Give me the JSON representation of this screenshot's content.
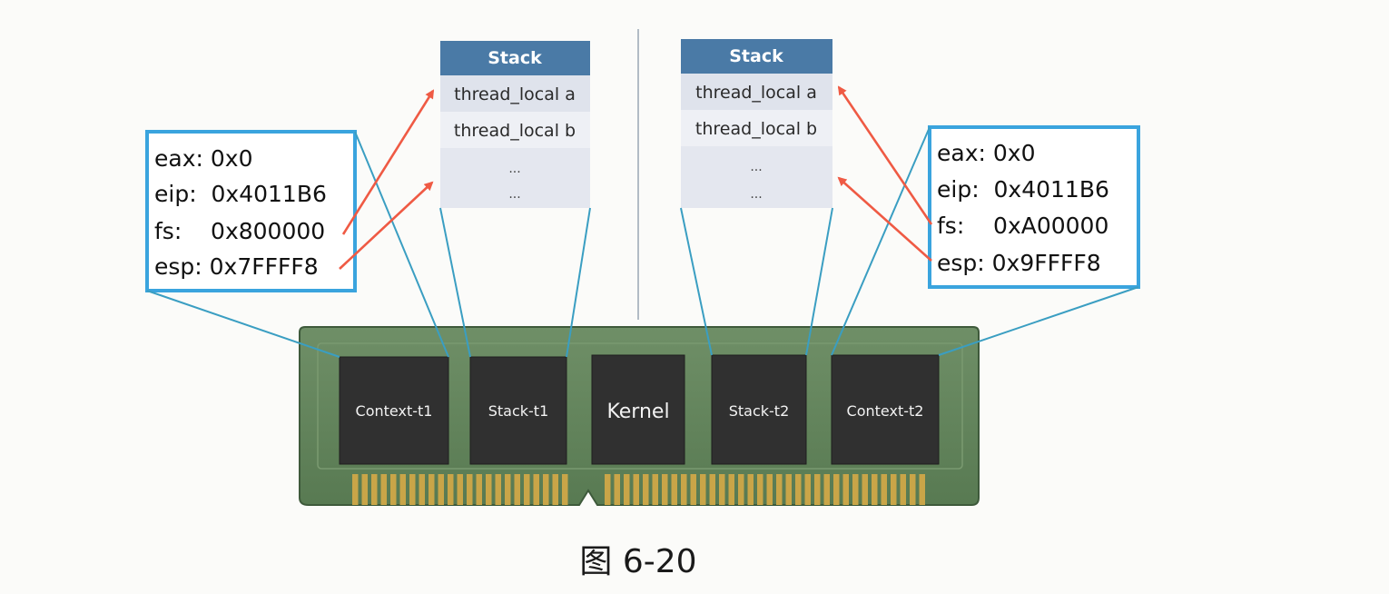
{
  "stacks": [
    {
      "title": "Stack",
      "rows": [
        "thread_local a",
        "thread_local b",
        "...",
        "..."
      ]
    },
    {
      "title": "Stack",
      "rows": [
        "thread_local a",
        "thread_local b",
        "...",
        "..."
      ]
    }
  ],
  "registers_t1": {
    "lines": [
      "eax: 0x0",
      "eip:  0x4011B6",
      "fs:    0x800000",
      "esp: 0x7FFFF8"
    ]
  },
  "registers_t2": {
    "lines": [
      "eax: 0x0",
      "eip:  0x4011B6",
      "fs:    0xA00000",
      "esp: 0x9FFFF8"
    ]
  },
  "memory_blocks": [
    "Context-t1",
    "Stack-t1",
    "Kernel",
    "Stack-t2",
    "Context-t2"
  ],
  "caption": "图 6-20",
  "colors": {
    "stack_header": "#4a7aa6",
    "register_border": "#3aa4de",
    "arrow": "#ef5a44",
    "module_board": "#5c7c58",
    "chip": "#303030",
    "pins": "#c9a548"
  }
}
